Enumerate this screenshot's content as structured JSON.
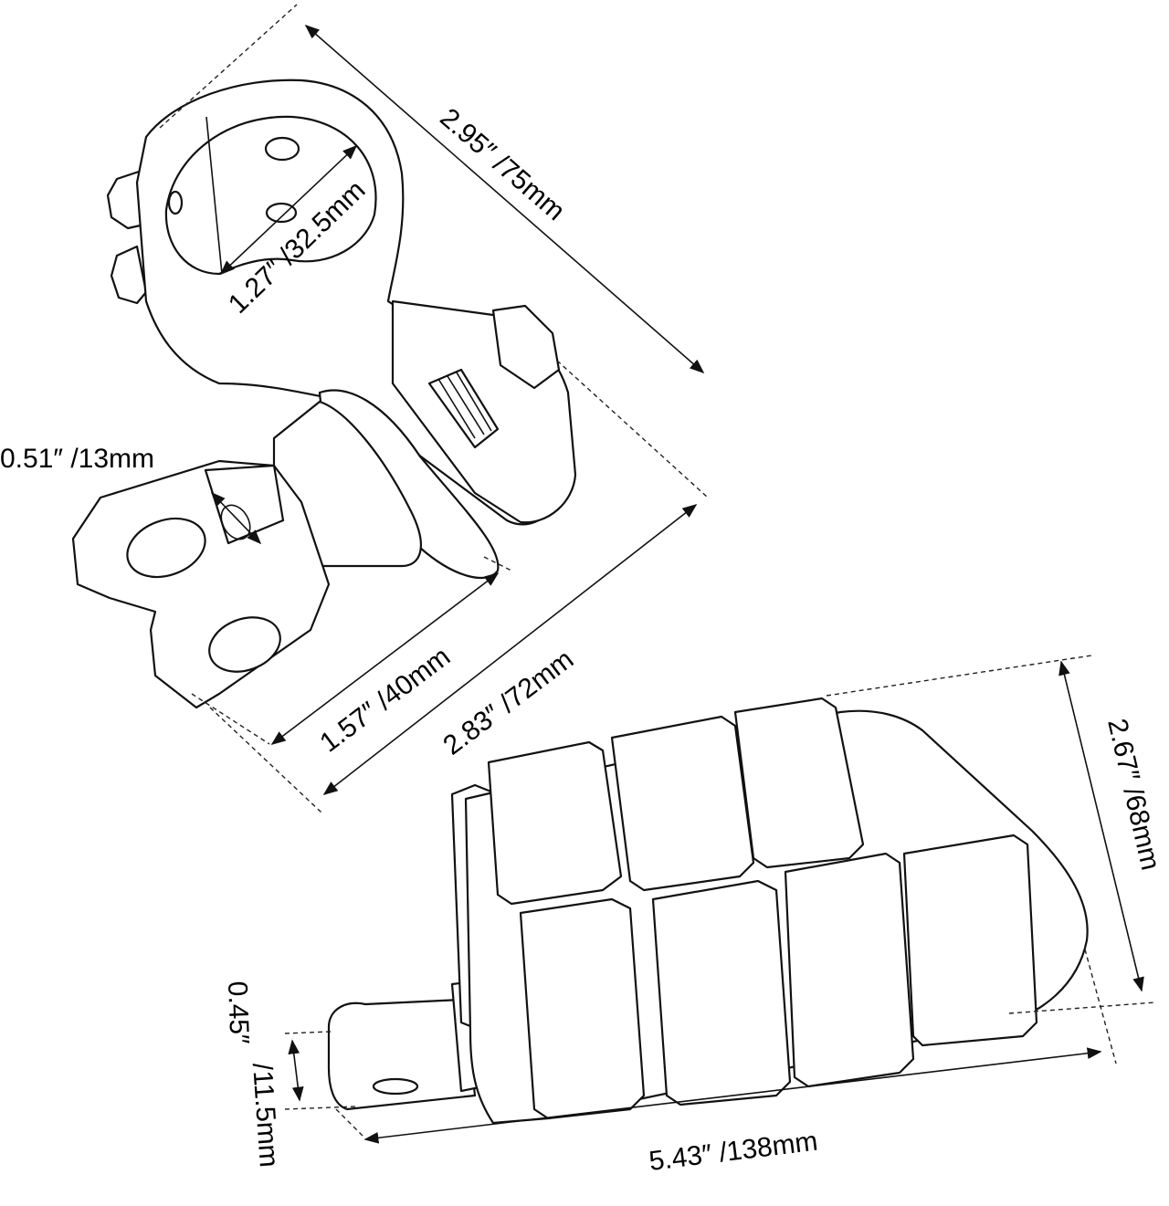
{
  "dimensions": {
    "clamp_length": "2.95″ /75mm",
    "clamp_inner_diameter": "1.27″ /32.5mm",
    "mount_width": "0.51″ /13mm",
    "mount_offset": "1.57″ /40mm",
    "mount_overall": "2.83″ /72mm",
    "peg_width": "2.67″ /68mm",
    "tab_thickness_in": "0.45″",
    "tab_thickness_mm": "/11.5mm",
    "peg_length": "5.43″ /138mm"
  }
}
